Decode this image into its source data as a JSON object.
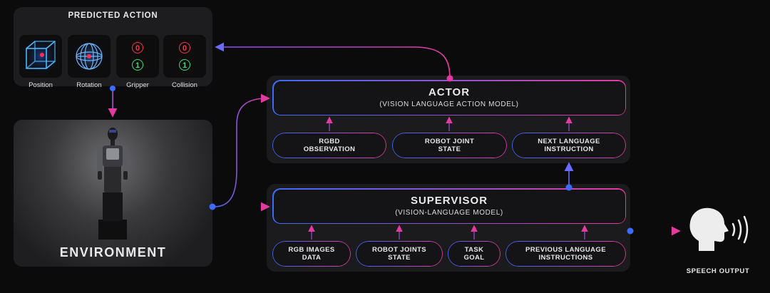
{
  "predicted_action": {
    "title": "PREDICTED ACTION",
    "tiles": [
      {
        "label": "Position",
        "icon": "cube-icon"
      },
      {
        "label": "Rotation",
        "icon": "sphere-icon"
      },
      {
        "label": "Gripper",
        "icon": "binary-toggle-icon",
        "digits": [
          "0",
          "1"
        ]
      },
      {
        "label": "Collision",
        "icon": "binary-toggle-icon",
        "digits": [
          "0",
          "1"
        ]
      }
    ]
  },
  "environment": {
    "label": "ENVIRONMENT"
  },
  "actor": {
    "title": "ACTOR",
    "subtitle": "(VISION LANGUAGE ACTION MODEL)",
    "inputs": [
      "RGBD\nOBSERVATION",
      "ROBOT JOINT\nSTATE",
      "NEXT LANGUAGE\nINSTRUCTION"
    ]
  },
  "supervisor": {
    "title": "SUPERVISOR",
    "subtitle": "(VISION-LANGUAGE MODEL)",
    "inputs": [
      "RGB IMAGES\nDATA",
      "ROBOT JOINTS\nSTATE",
      "TASK\nGOAL",
      "PREVIOUS LANGUAGE\nINSTRUCTIONS"
    ]
  },
  "speech_output": {
    "label": "SPEECH OUTPUT"
  },
  "colors": {
    "blue": "#3d6bff",
    "pink": "#e43aa0",
    "red": "#ff3344",
    "green": "#2ee37a"
  }
}
